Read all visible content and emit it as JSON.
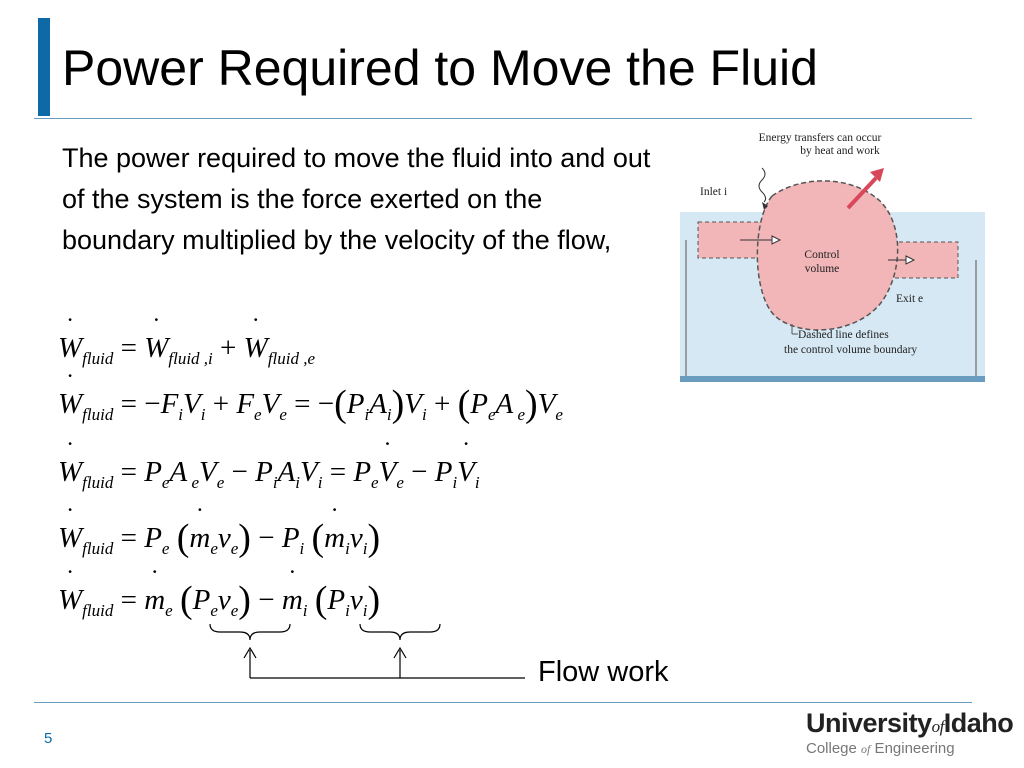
{
  "slide": {
    "title": "Power Required to Move the Fluid",
    "body": "The power required to move the fluid into and out of the system is the force exerted on the boundary multiplied by the velocity of the flow,",
    "flow_work_label": "Flow work",
    "page_number": "5"
  },
  "figure": {
    "energy_note_line1": "Energy transfers can occur",
    "energy_note_line2": "by heat and work",
    "inlet_label": "Inlet i",
    "exit_label": "Exit e",
    "control_volume_line1": "Control",
    "control_volume_line2": "volume",
    "boundary_note_line1": "Dashed line defines",
    "boundary_note_line2": "the control volume boundary"
  },
  "logo": {
    "part1": "University",
    "part2": "of",
    "part3": "Idaho",
    "sub1": "College ",
    "sub2": "of",
    "sub3": " Engineering"
  },
  "colors": {
    "accent": "#0e6aa6",
    "control_volume_fill": "#f2b5b8",
    "work_arrow": "#d9475a",
    "figure_bg": "#d6e8f3"
  }
}
